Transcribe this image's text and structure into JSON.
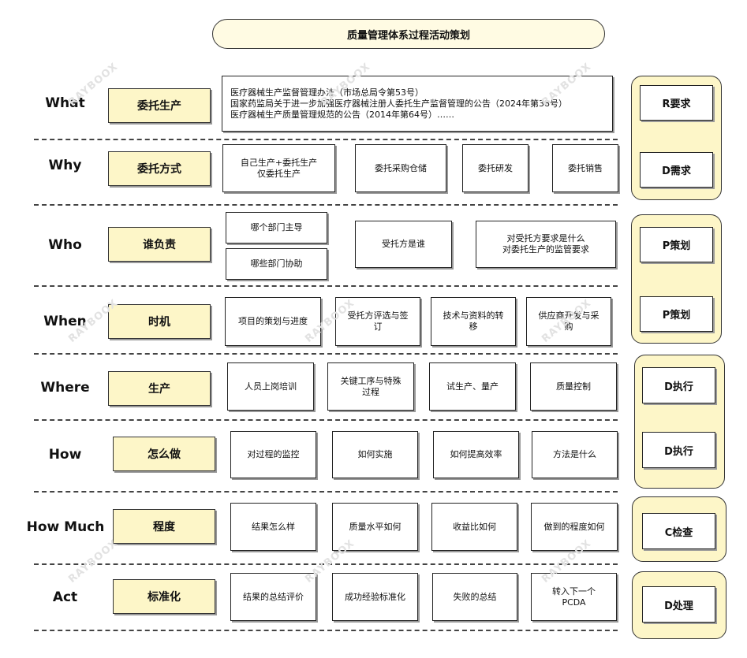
{
  "title": "质量管理体系过程活动策划",
  "watermark": "RAYBOOX",
  "rows": [
    {
      "label": "What",
      "category": "委托生产",
      "boxes": [
        "医疗器械生产监督管理办法（市场总局令第53号）\n国家药监局关于进一步加强医疗器械注册人委托生产监督管理的公告（2024年第38号）\n医疗器械生产质量管理规范的公告（2014年第64号）……"
      ]
    },
    {
      "label": "Why",
      "category": "委托方式",
      "boxes": [
        "自己生产+委托生产\n仅委托生产",
        "委托采购仓储",
        "委托研发",
        "委托销售"
      ]
    },
    {
      "label": "Who",
      "category": "谁负责",
      "boxes": [
        "哪个部门主导",
        "哪些部门协助",
        "受托方是谁",
        "对受托方要求是什么\n对委托生产的监管要求"
      ]
    },
    {
      "label": "When",
      "category": "时机",
      "boxes": [
        "项目的策划与进度",
        "受托方评选与签\n订",
        "技术与资料的转\n移",
        "供应商开发与采\n购"
      ]
    },
    {
      "label": "Where",
      "category": "生产",
      "boxes": [
        "人员上岗培训",
        "关键工序与特殊\n过程",
        "试生产、量产",
        "质量控制"
      ]
    },
    {
      "label": "How",
      "category": "怎么做",
      "boxes": [
        "对过程的监控",
        "如何实施",
        "如何提高效率",
        "方法是什么"
      ]
    },
    {
      "label": "How Much",
      "category": "程度",
      "boxes": [
        "结果怎么样",
        "质量水平如何",
        "收益比如何",
        "做到的程度如何"
      ]
    },
    {
      "label": "Act",
      "category": "标准化",
      "boxes": [
        "结果的总结评价",
        "成功经验标准化",
        "失败的总结",
        "转入下一个\nPCDA"
      ]
    }
  ],
  "phases": [
    "R要求",
    "D需求",
    "P策划",
    "P策划",
    "D执行",
    "D执行",
    "C检查",
    "D处理"
  ]
}
